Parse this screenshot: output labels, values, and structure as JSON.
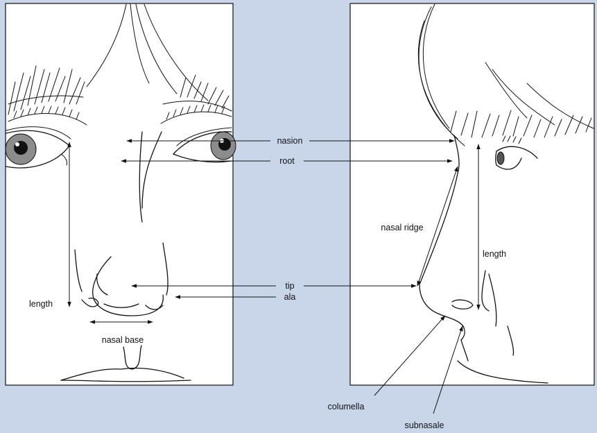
{
  "labels": {
    "nasion": "nasion",
    "root": "root",
    "nasal_ridge": "nasal ridge",
    "length_right": "length",
    "tip": "tip",
    "ala": "ala",
    "length_left": "length",
    "nasal_base": "nasal base",
    "columella": "columella",
    "subnasale": "subnasale"
  },
  "colors": {
    "frame_background": "#c9d6ea",
    "panel_fill": "#ffffff",
    "ink": "#111111",
    "iris": "#8c8c8c"
  }
}
